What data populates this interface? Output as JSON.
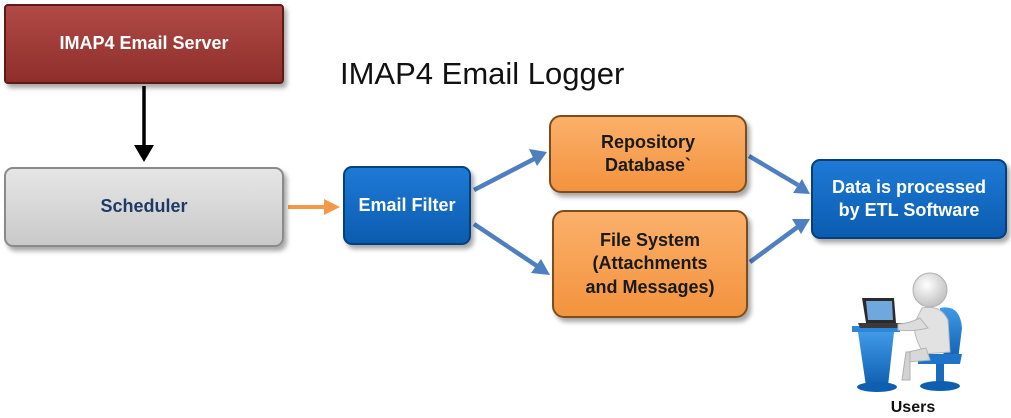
{
  "title": "IMAP4 Email Logger",
  "nodes": {
    "server": "IMAP4 Email Server",
    "scheduler": "Scheduler",
    "email_filter": "Email Filter",
    "repository": "Repository\nDatabase`",
    "file_system": "File System\n(Attachments\nand Messages)",
    "etl": "Data is processed\nby ETL Software"
  },
  "users_label": "Users",
  "colors": {
    "server": "#a03c39",
    "scheduler": "#d9d9d9",
    "blue_box": "#1068c4",
    "orange_box": "#f7a254",
    "orange_arrow": "#f29a4a",
    "blue_arrow": "#4f7fbf",
    "black_arrow": "#000000"
  },
  "icons": {
    "users": "person-at-laptop-icon"
  }
}
